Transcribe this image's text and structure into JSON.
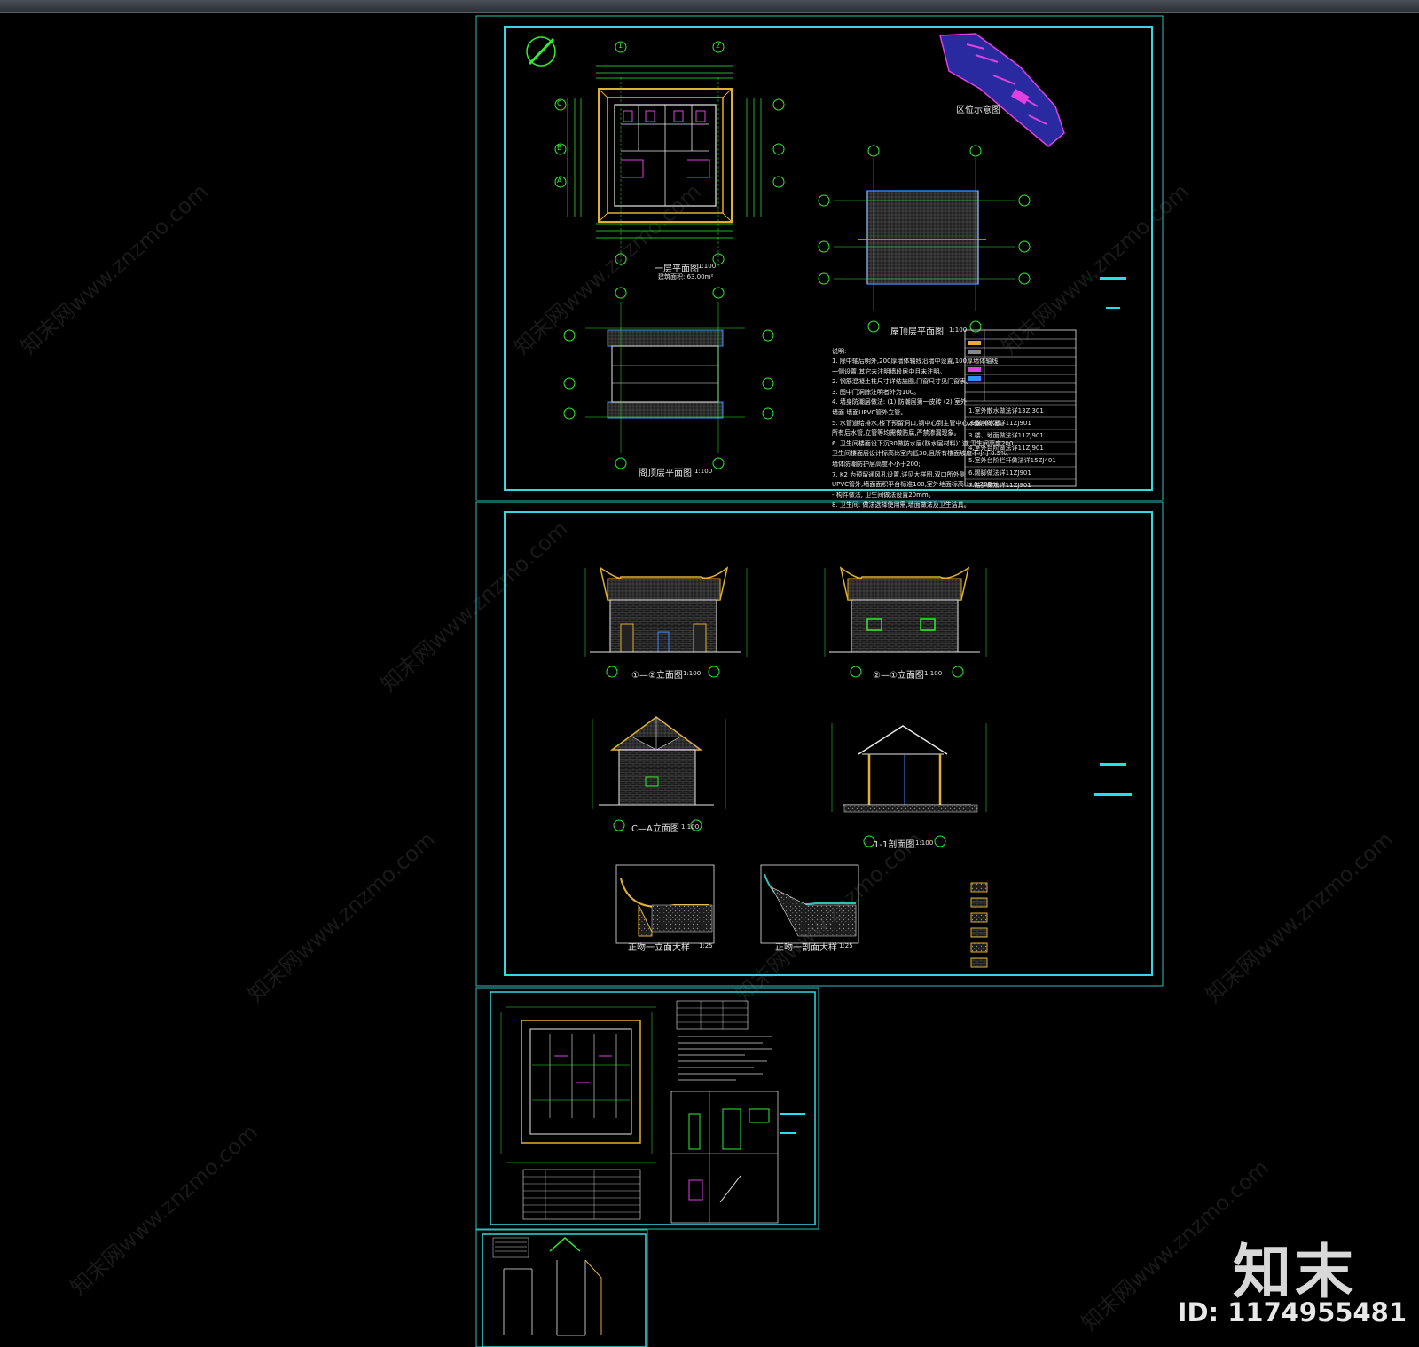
{
  "app": {
    "toolbar": ""
  },
  "sheet1": {
    "plan1_title": "一层平面图",
    "plan1_scale": "1:100",
    "plan1_area": "建筑面积: 63.00m²",
    "roof_plan_title": "屋顶层平面图",
    "roof_plan_scale": "1:100",
    "loft_plan_title": "阁顶层平面图",
    "loft_plan_scale": "1:100",
    "location_title": "区位示意图",
    "notes_heading": "说明:",
    "notes": [
      "1. 除中轴后明外,200厚墙体轴线沿墙中设置,100厚墙体轴线",
      "一侧设置,其它未注明墙段居中且未注明。",
      "2. 钢筋混凝土柱尺寸详结施图,门窗尺寸见门窗表。",
      "3. 图中门洞除注明者外为100。",
      "4. 墙身防潮层做法: (1) 防潮层第一皮砖 (2) 室外",
      "墙面 墙面UPVC管外立管。",
      "5. 水管道给排水,楼下预留洞口,钢中心到主管中心,安装排水版。",
      "所有后水管,立管等均需做防腐,严禁渗漏现象。",
      "6. 卫生间楼面设下沉30做防水层(防水层材料)1道,卫生间高度200",
      "卫生间楼面层设计标高比室内低30,且所有楼面坡度不小于0.5%,",
      "墙体防潮防护层高度不小于200;",
      "7. K2   为预留通风孔设置,详见大样图,双口所外侧",
      "UPVC管外,墙面面积平台标准100,室外地面标高H+0.200m",
      "- 构件做法, 卫生间做法设置20mm。",
      "8. 卫生间: 做法选择使用需,墙面做法及卫生洁具。"
    ],
    "legend_items": [
      "1.室外散水做法详13ZJ301",
      "2.散水做法详11ZJ901",
      "3.楼、地面做法详11ZJ901",
      "4.室外台阶做法详11ZJ901",
      "5.室外台阶栏杆做法详15ZJ401",
      "6.踢脚做法详11ZJ901",
      "7.踏步做法详11ZJ901"
    ],
    "grid_labels": [
      "1",
      "2",
      "A",
      "B",
      "C"
    ]
  },
  "sheet2": {
    "elev1_title": "①—②立面图",
    "elev1_scale": "1:100",
    "elev2_title": "②—①立面图",
    "elev2_scale": "1:100",
    "elev3_title": "C—A立面图",
    "elev3_scale": "1:100",
    "section_title": "1-1剖面图",
    "section_scale": "1:100",
    "detail1_title": "正吻一立面大样",
    "detail1_scale": "1:25",
    "detail2_title": "正吻一剖面大样",
    "detail2_scale": "1:25"
  },
  "branding": {
    "watermark": "知末网www.znzmo.com",
    "logo": "知末",
    "image_id": "ID: 1174955481"
  },
  "colors": {
    "background": "#000000",
    "sheet_border": "#2fbfbf",
    "frame": "#37d7e0",
    "dimension": "#2ef02e",
    "wall_yellow": "#e0b030",
    "magenta": "#e040e0",
    "blue": "#3a8cff"
  }
}
